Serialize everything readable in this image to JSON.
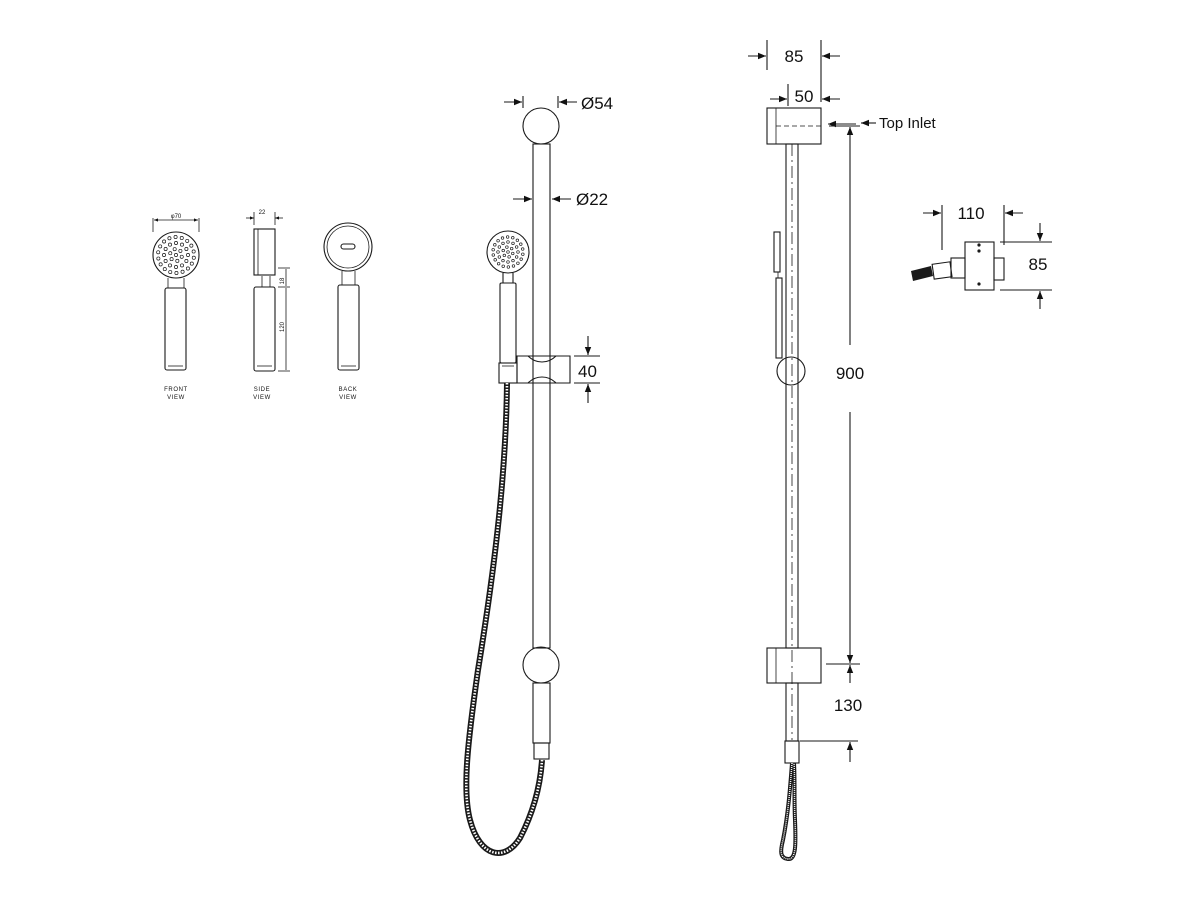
{
  "small_views": {
    "front": {
      "line1": "FRONT",
      "line2": "VIEW",
      "dim_diameter": "φ70"
    },
    "side": {
      "line1": "SIDE",
      "line2": "VIEW",
      "dim_width": "22",
      "dim_neck": "18",
      "dim_handle": "120"
    },
    "back": {
      "line1": "BACK",
      "line2": "VIEW"
    }
  },
  "front_elevation": {
    "dim_wall_button": "Ø54",
    "dim_rail": "Ø22",
    "dim_slider": "40"
  },
  "side_elevation": {
    "dim_projection": "85",
    "dim_bracket": "50",
    "label_inlet": "Top Inlet",
    "dim_rail_length": "900",
    "dim_bottom": "130"
  },
  "detail": {
    "dim_width": "110",
    "dim_height": "85"
  }
}
